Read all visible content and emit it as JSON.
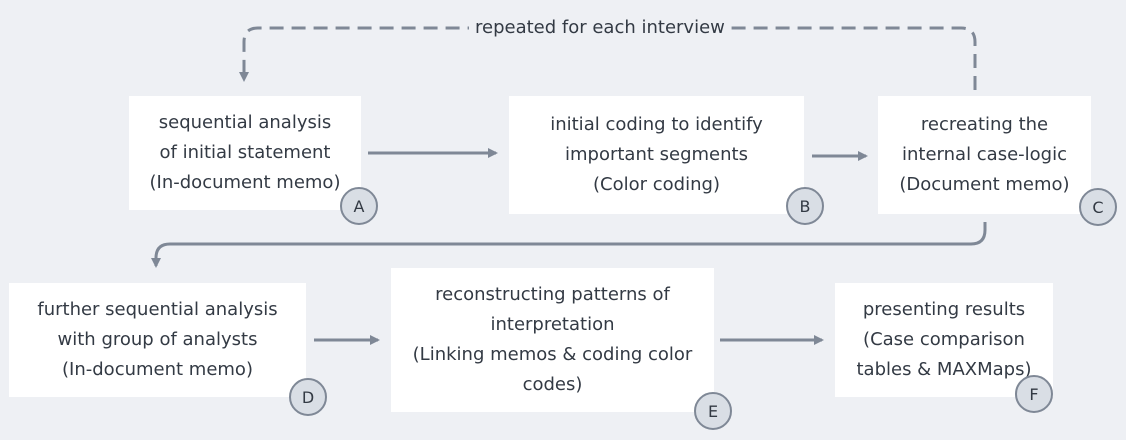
{
  "loop_label": "repeated for each interview",
  "steps": [
    {
      "badge": "A",
      "lines": [
        "sequential analysis",
        "of initial statement",
        "(In-document memo)"
      ]
    },
    {
      "badge": "B",
      "lines": [
        "initial coding to identify",
        "important segments",
        "(Color coding)"
      ]
    },
    {
      "badge": "C",
      "lines": [
        "recreating the",
        "internal case-logic",
        "(Document memo)"
      ]
    },
    {
      "badge": "D",
      "lines": [
        "further sequential analysis",
        "with group of analysts",
        "(In-document memo)"
      ]
    },
    {
      "badge": "E",
      "lines": [
        "reconstructing patterns of",
        "interpretation",
        "(Linking memos & coding color",
        "codes)"
      ]
    },
    {
      "badge": "F",
      "lines": [
        "presenting results",
        "(Case comparison",
        "tables & MAXMaps)"
      ]
    }
  ],
  "colors": {
    "background": "#eef0f4",
    "box": "#ffffff",
    "arrow": "#7f8896",
    "badge_fill": "#d9dee5",
    "text": "#333a44"
  }
}
